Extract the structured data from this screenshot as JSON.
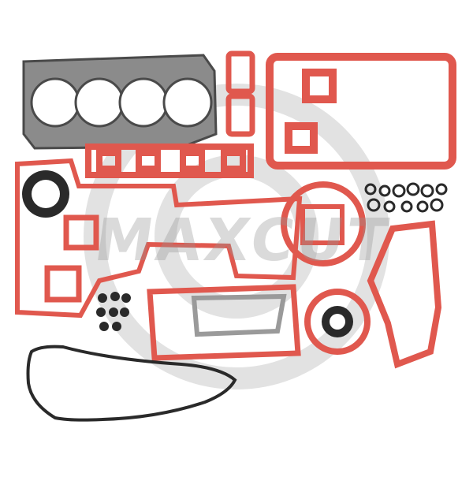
{
  "watermark": {
    "text": "MAXCUT"
  },
  "colors": {
    "gasket_red": "#e0584e",
    "gasket_dark": "#b8362f",
    "head_gasket_gray": "#8b8b8b",
    "head_gasket_edge": "#4a4a4a",
    "rubber_black": "#2a2a2a",
    "watermark_gray": "#cfcfcf"
  },
  "components": [
    "cylinder-head-gasket",
    "oil-pan-gasket",
    "valve-cover-seal",
    "front-crankshaft-seal",
    "rear-crankshaft-seal",
    "exhaust-manifold-gasket",
    "water-pump-gasket",
    "o-ring-set",
    "valve-stem-seals"
  ]
}
